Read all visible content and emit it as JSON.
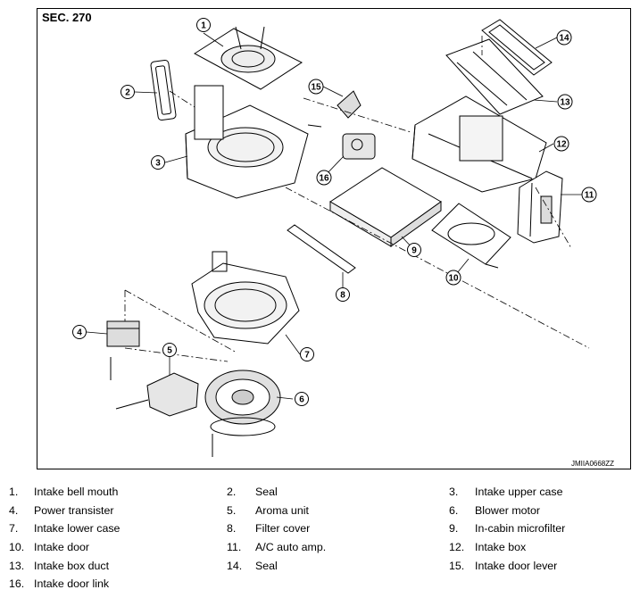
{
  "diagram": {
    "section": "SEC. 270",
    "code": "JMIIA0668ZZ",
    "callouts": [
      "1",
      "2",
      "3",
      "4",
      "5",
      "6",
      "7",
      "8",
      "9",
      "10",
      "11",
      "12",
      "13",
      "14",
      "15",
      "16"
    ]
  },
  "legend": [
    {
      "num": "1.",
      "label": "Intake bell mouth"
    },
    {
      "num": "2.",
      "label": "Seal"
    },
    {
      "num": "3.",
      "label": "Intake upper case"
    },
    {
      "num": "4.",
      "label": "Power transister"
    },
    {
      "num": "5.",
      "label": "Aroma unit"
    },
    {
      "num": "6.",
      "label": "Blower motor"
    },
    {
      "num": "7.",
      "label": "Intake lower case"
    },
    {
      "num": "8.",
      "label": "Filter cover"
    },
    {
      "num": "9.",
      "label": "In-cabin microfilter"
    },
    {
      "num": "10.",
      "label": "Intake door"
    },
    {
      "num": "11.",
      "label": "A/C auto amp."
    },
    {
      "num": "12.",
      "label": "Intake box"
    },
    {
      "num": "13.",
      "label": "Intake box duct"
    },
    {
      "num": "14.",
      "label": "Seal"
    },
    {
      "num": "15.",
      "label": "Intake door lever"
    },
    {
      "num": "16.",
      "label": "Intake door link"
    }
  ]
}
